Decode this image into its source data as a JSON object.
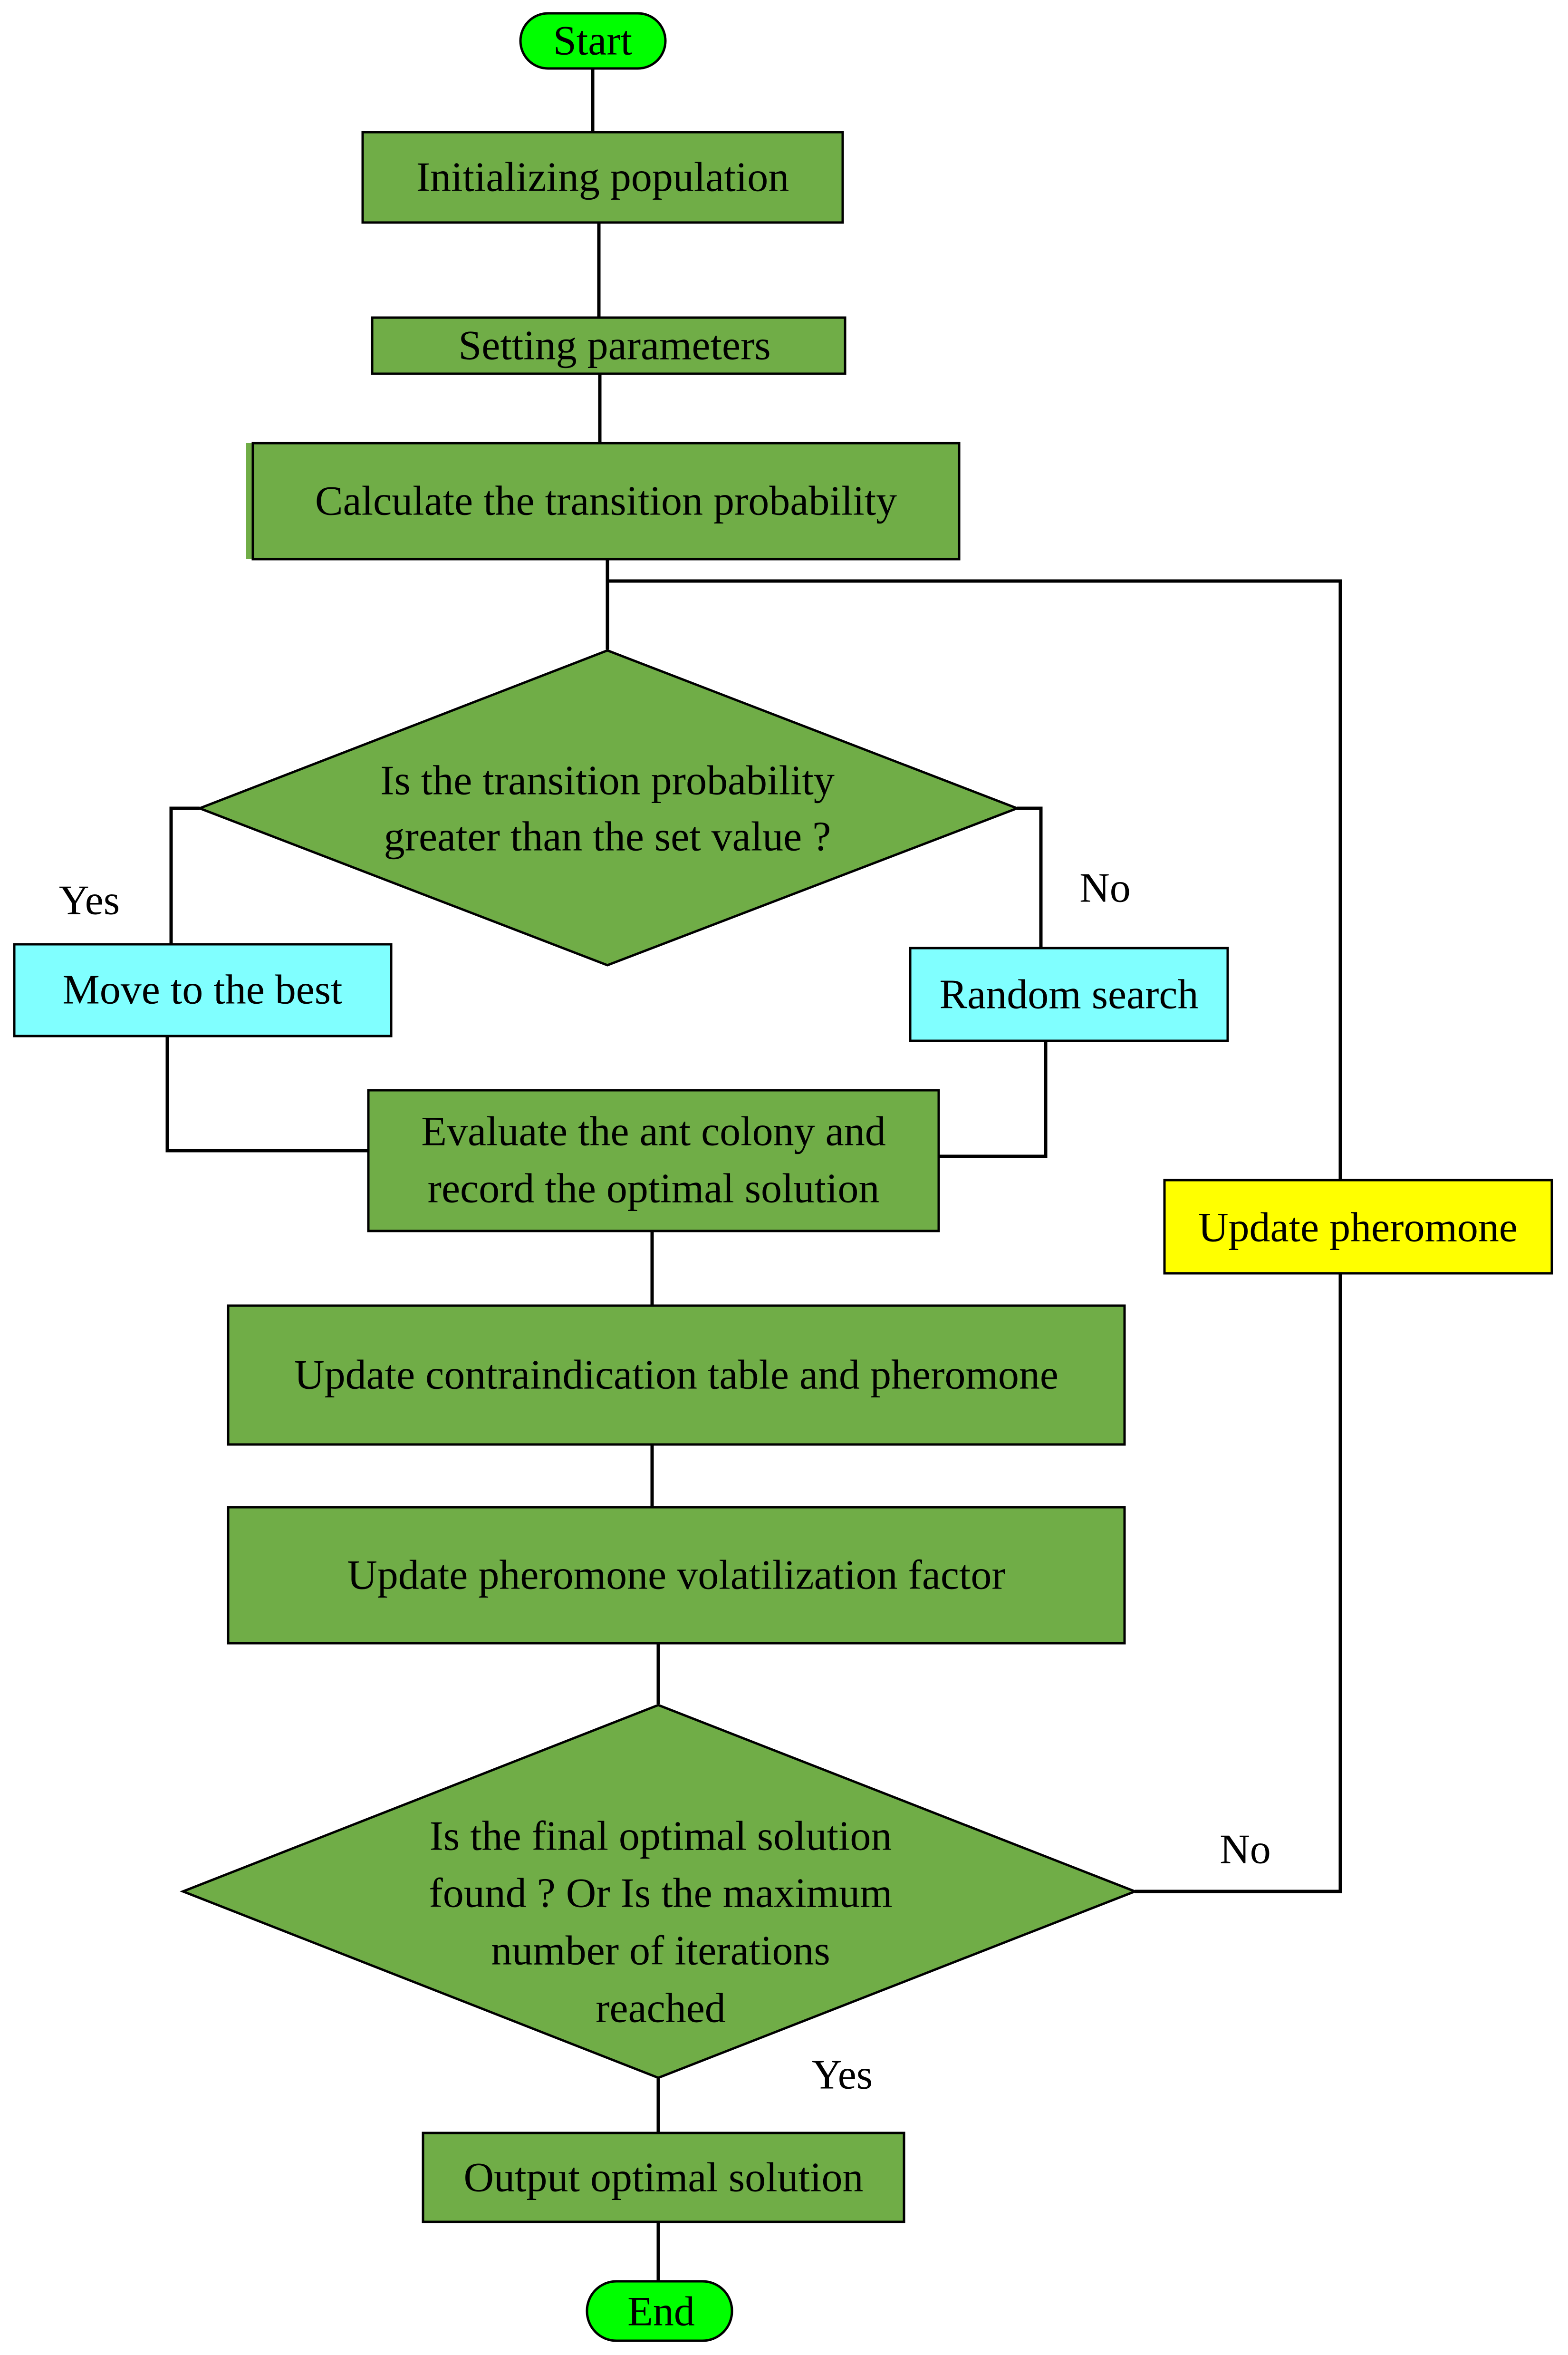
{
  "colors": {
    "process": "#70ad47",
    "terminal": "#00ff00",
    "branch": "#80ffff",
    "feedback": "#ffff00",
    "line": "#000000"
  },
  "nodes": {
    "start": "Start",
    "init": "Initializing population",
    "params": "Setting parameters",
    "calc": "Calculate the transition probability",
    "decision1": [
      "Is the transition probability",
      "greater than the set value ?"
    ],
    "move_best": "Move to the best",
    "random": "Random search",
    "evaluate": [
      "Evaluate the ant colony and",
      "record the optimal solution"
    ],
    "update_table": "Update contraindication table and pheromone",
    "update_factor": "Update pheromone volatilization factor",
    "decision2": [
      "Is the final optimal solution",
      "found ? Or Is the maximum",
      "number of iterations",
      "reached"
    ],
    "output": "Output optimal solution",
    "end": "End",
    "update_pher": "Update pheromone"
  },
  "edges": {
    "d1_yes": "Yes",
    "d1_no": "No",
    "d2_yes": "Yes",
    "d2_no": "No"
  }
}
